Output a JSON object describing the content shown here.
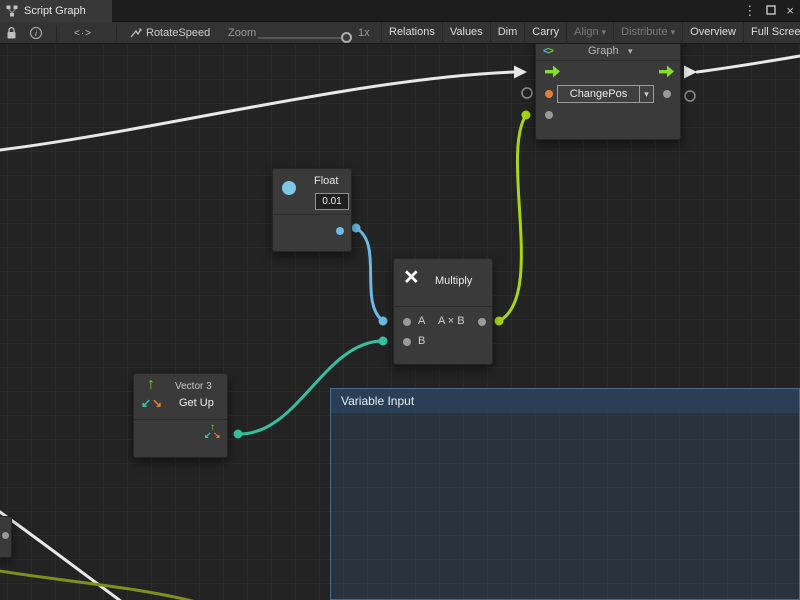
{
  "window": {
    "tab_title": "Script Graph"
  },
  "toolbar": {
    "graph_name": "RotateSpeed",
    "zoom_label": "Zoom",
    "zoom_value": "1x",
    "buttons": [
      {
        "label": "Relations",
        "enabled": true
      },
      {
        "label": "Values",
        "enabled": true
      },
      {
        "label": "Dim",
        "enabled": true
      },
      {
        "label": "Carry",
        "enabled": true
      },
      {
        "label": "Align",
        "enabled": false,
        "caret": true
      },
      {
        "label": "Distribute",
        "enabled": false,
        "caret": true
      },
      {
        "label": "Overview",
        "enabled": true
      },
      {
        "label": "Full Screen",
        "enabled": true
      }
    ]
  },
  "nodes": {
    "graph_unit": {
      "title": "Graph",
      "variable": "ChangePos"
    },
    "float": {
      "title": "Float",
      "value": "0.01"
    },
    "multiply": {
      "title": "Multiply",
      "ports": {
        "a": "A",
        "b": "B",
        "out": "A × B"
      }
    },
    "vector3": {
      "type": "Vector 3",
      "op": "Get Up"
    }
  },
  "group": {
    "title": "Variable Input"
  },
  "icons": {
    "kebab": "⋮",
    "close": "×",
    "caret_down": "▾",
    "info": "i",
    "inspect": "<·>",
    "multiply_sign": "×",
    "up_arrow": "↑",
    "sw_arrow": "↙",
    "se_arrow": "↘",
    "angle_open": "<",
    "angle_close": ">"
  },
  "colors": {
    "wire_white": "#E8E8E8",
    "wire_blue": "#6CB9E3",
    "wire_teal": "#35C1A0",
    "wire_lime": "#A8D613",
    "wire_olive": "#7E8F1E",
    "port_orange": "#E08038",
    "flow_green": "#86DF2C",
    "float_blue": "#7EC6E8",
    "group_header": "#2A3F55",
    "vector_green": "#6FD327",
    "vector_teal": "#3FC3A8",
    "vector_orange": "#E0822F"
  }
}
